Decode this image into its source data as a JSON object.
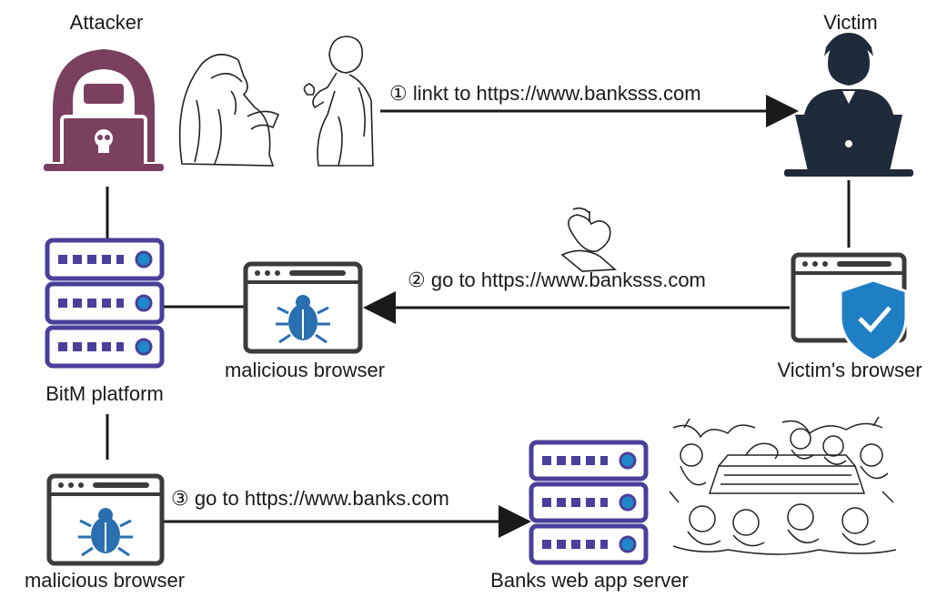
{
  "labels": {
    "attacker": "Attacker",
    "victim": "Victim",
    "bitm_platform": "BitM platform",
    "malicious_browser_top": "malicious browser",
    "victims_browser": "Victim's browser",
    "malicious_browser_bottom": "malicious browser",
    "bank_server": "Banks web app server"
  },
  "steps": [
    {
      "number": "①",
      "text": "linkt to https://www.banksss.com"
    },
    {
      "number": "②",
      "text": "go to https://www.banksss.com"
    },
    {
      "number": "③",
      "text": "go to https://www.banks.com"
    }
  ],
  "colors": {
    "server_frame": "#4a3f9a",
    "server_dot": "#1e88c8",
    "attacker": "#7b3f5f",
    "victim": "#1f2a3a",
    "shield": "#1f7fc4",
    "browser_frame": "#3b3b3b",
    "bug": "#2a6fb0",
    "arrow": "#1a1a1a"
  },
  "icons": [
    "hacker-icon",
    "victim-icon",
    "server-stack-icon",
    "browser-bug-icon",
    "browser-shield-icon",
    "apple-icon",
    "witch-and-princess-illustration",
    "princess-and-dwarfs-illustration"
  ]
}
